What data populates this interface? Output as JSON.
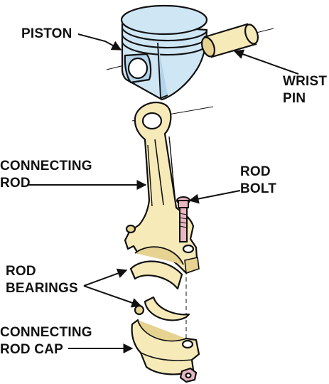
{
  "labels": {
    "piston": "PISTON",
    "wrist_pin": [
      "WRIST",
      "PIN"
    ],
    "connecting_rod": [
      "CONNECTING",
      "ROD"
    ],
    "rod_bolt": [
      "ROD",
      "BOLT"
    ],
    "rod_bearings": [
      "ROD",
      "BEARINGS"
    ],
    "connecting_rod_cap": [
      "CONNECTING",
      "ROD CAP"
    ]
  },
  "colors": {
    "part_blue": "#cfe6f5",
    "part_blue_shade": "#b3d4ea",
    "part_yellow": "#f6eab9",
    "part_yellow_shade": "#e6d391",
    "bolt_pink": "#e7b7c2",
    "outline": "#111111"
  }
}
